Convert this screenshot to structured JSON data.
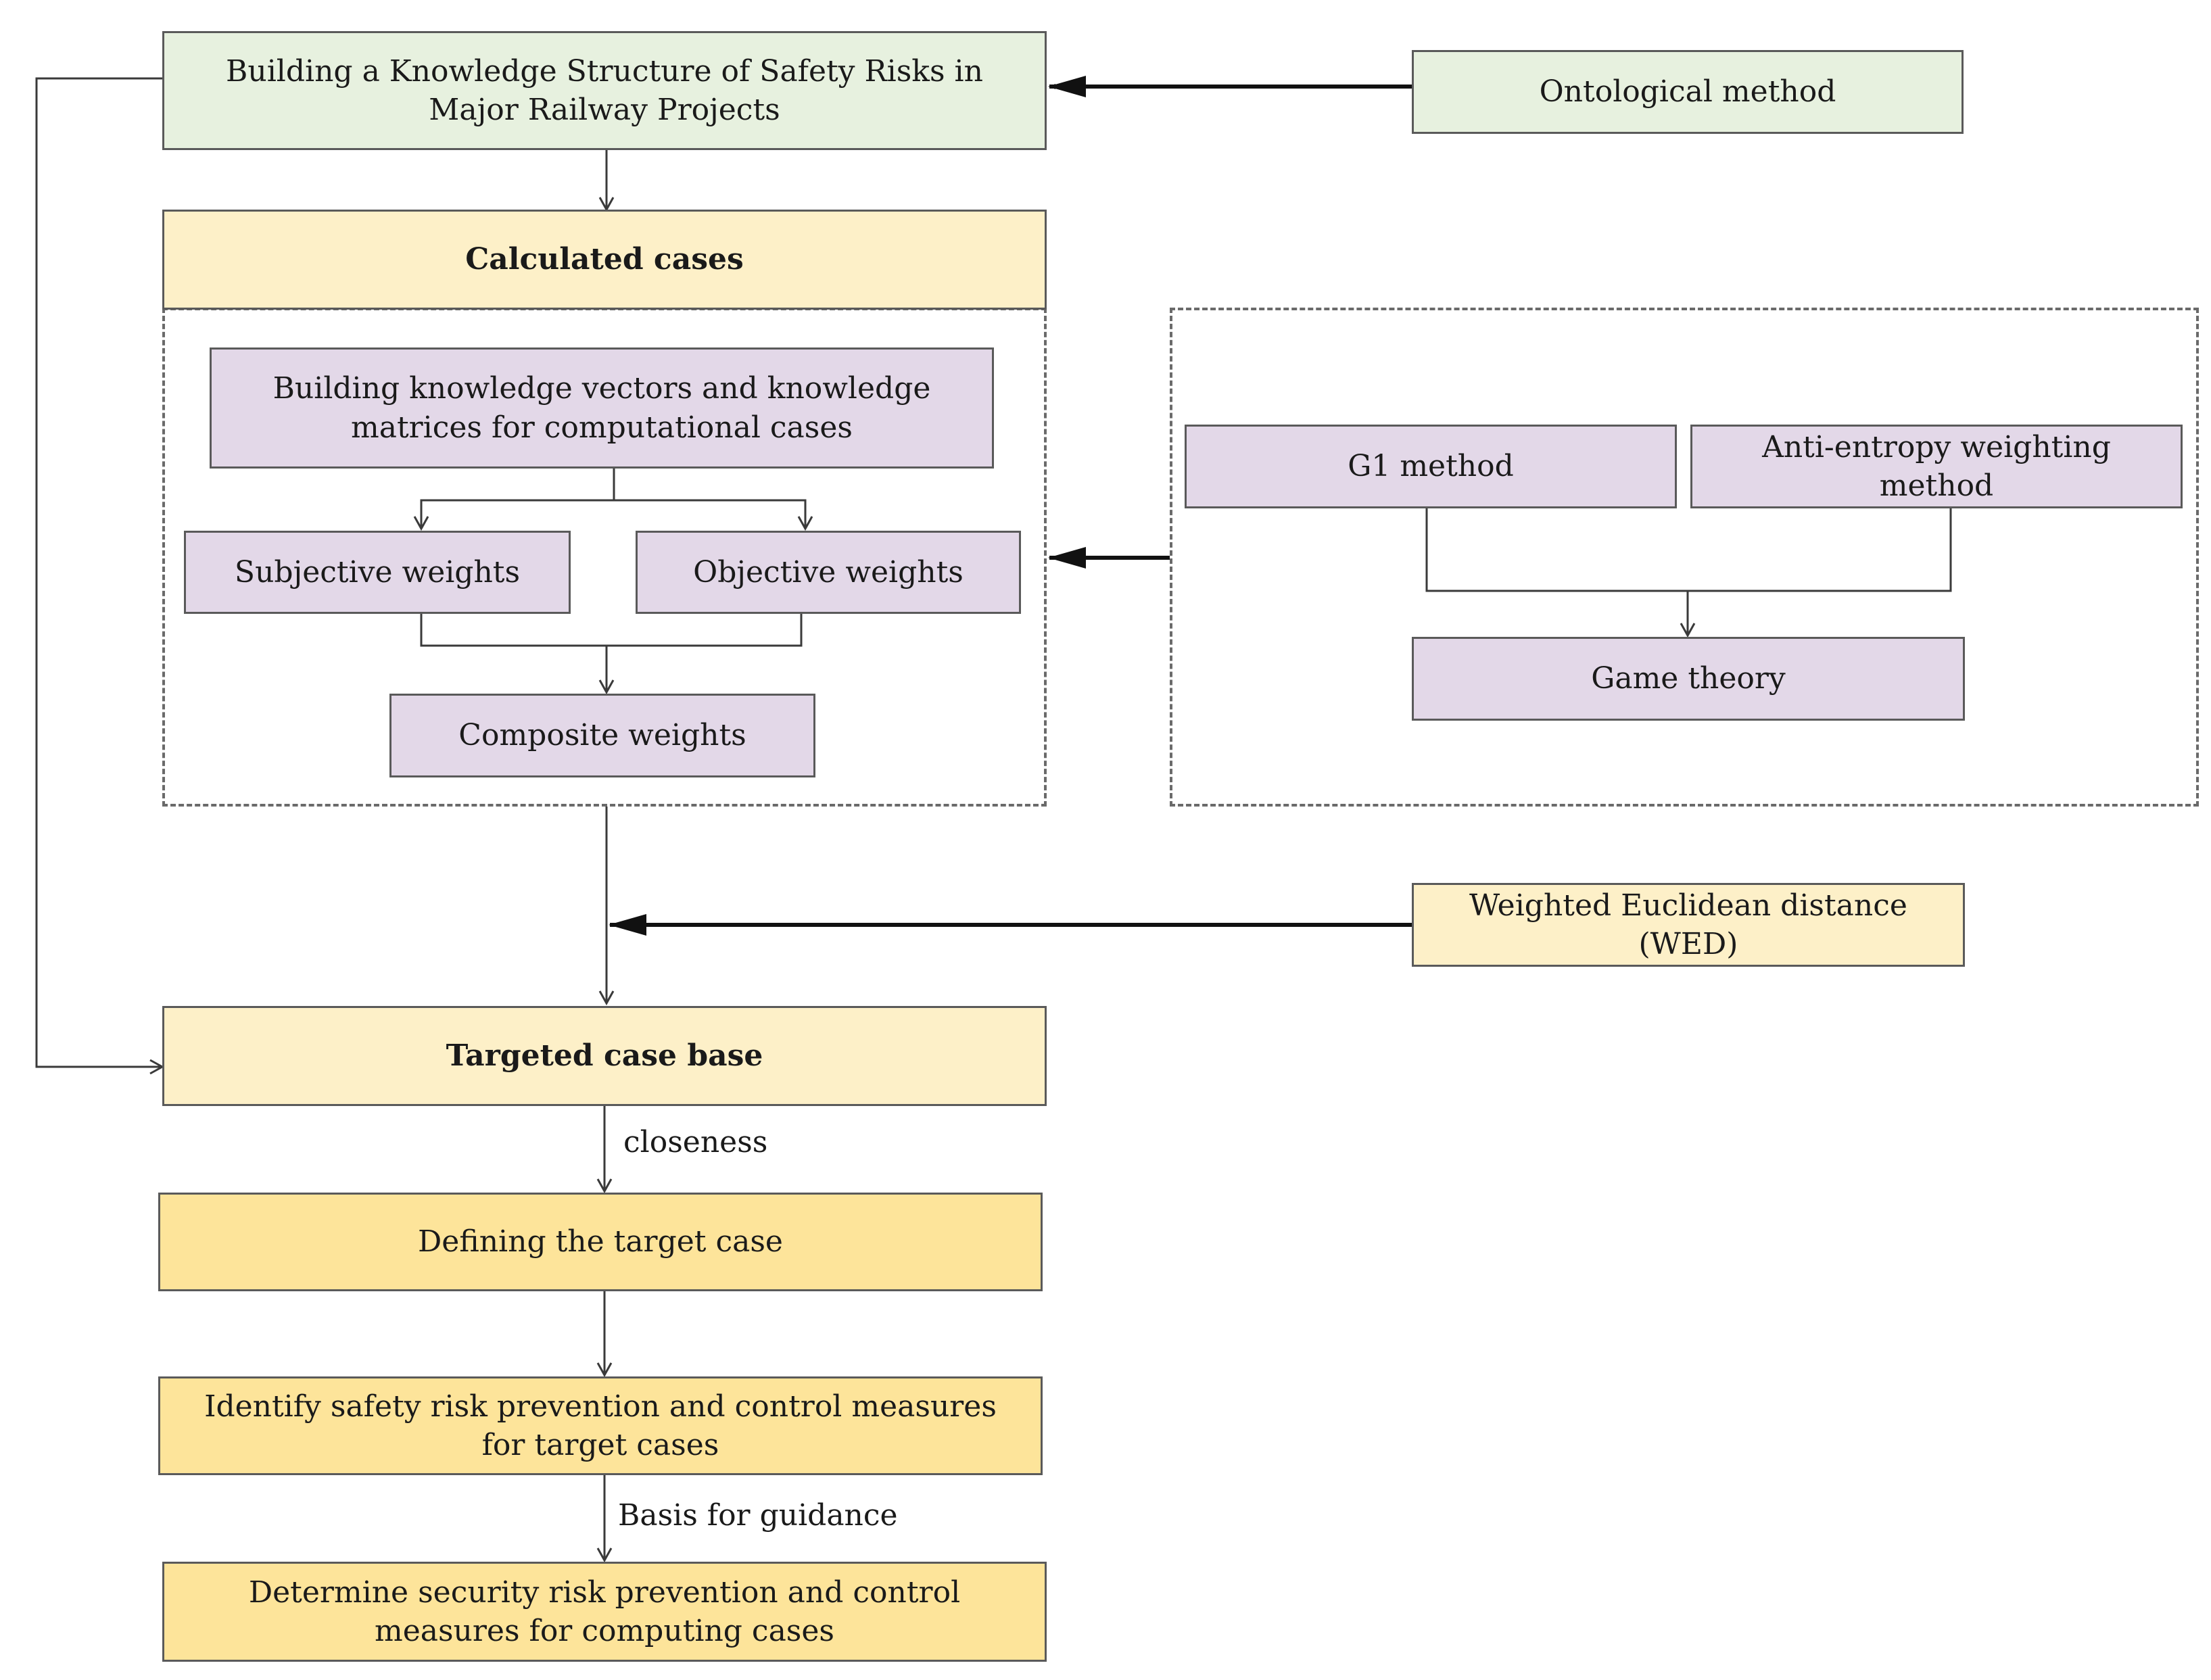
{
  "nodes": {
    "knowledge_structure": "Building a Knowledge Structure of Safety Risks in Major Railway Projects",
    "ontological_method": "Ontological method",
    "calculated_cases": "Calculated cases",
    "knowledge_vectors": "Building knowledge vectors and knowledge matrices for computational cases",
    "subjective_weights": "Subjective weights",
    "objective_weights": "Objective weights",
    "composite_weights": "Composite weights",
    "g1_method": "G1 method",
    "anti_entropy": "Anti-entropy weighting method",
    "game_theory": "Game theory",
    "wed": "Weighted Euclidean distance (WED)",
    "targeted_case_base": "Targeted case base",
    "defining_target": "Defining the target case",
    "identify_measures": "Identify safety risk prevention and control measures for target cases",
    "determine_measures": "Determine security risk prevention and control measures for computing cases"
  },
  "edge_labels": {
    "closeness": "closeness",
    "basis": "Basis for guidance"
  },
  "colors": {
    "green": "#e7f1df",
    "light_yellow": "#fdf0c8",
    "yellow": "#fde49a",
    "purple": "#e3d8e8",
    "line": "#3a3a3a"
  }
}
